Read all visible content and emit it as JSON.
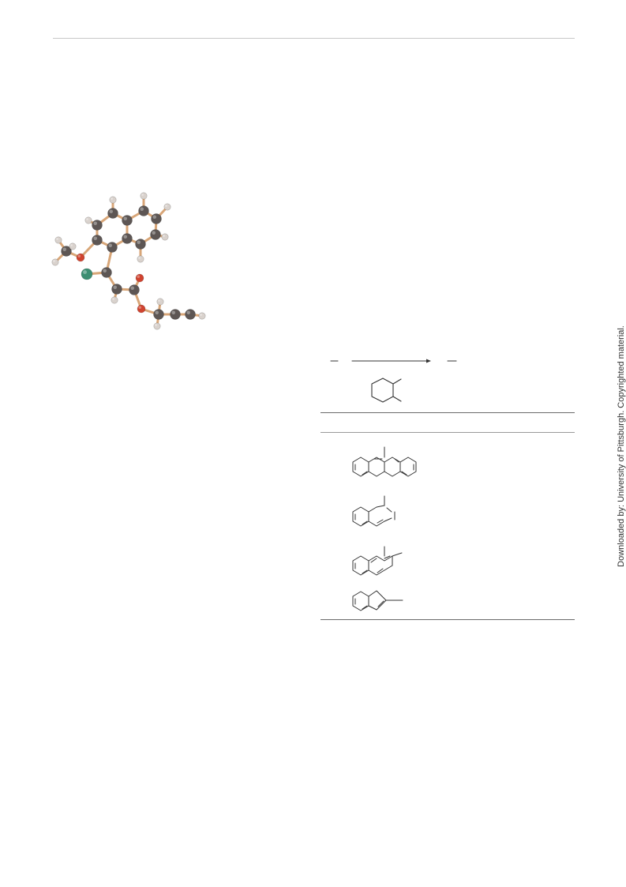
{
  "watermark": {
    "text": "Downloaded by: University of Pittsburgh. Copyrighted material."
  },
  "colors": {
    "carbon": "#5d5654",
    "hydrogen": "#d9d2cd",
    "oxygen": "#d0432f",
    "halogen": "#3d8e72",
    "bond": "#d8a678",
    "line_art": "#333333"
  },
  "figures": {
    "molecule_model": {
      "icon": "ball-and-stick-molecule"
    },
    "reaction_scheme": {
      "icon": "reaction-arrow-with-cyclohexane"
    },
    "table_structures": [
      {
        "icon": "anthracene-structure"
      },
      {
        "icon": "naphthalene-structure"
      },
      {
        "icon": "methylnaphthalene-structure"
      },
      {
        "icon": "indene-structure"
      }
    ]
  }
}
